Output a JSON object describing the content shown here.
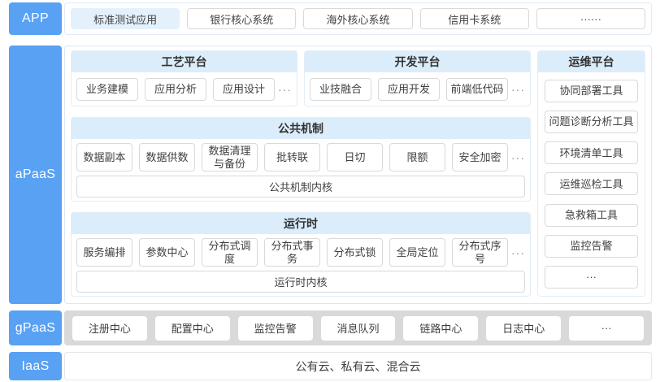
{
  "colors": {
    "layer_label_blue": "#59a1f2",
    "platform_header_blue": "#dbedfb",
    "highlight_item_blue": "#e4f1fd",
    "gpaas_track_gray": "#d8d9da",
    "box_border_gray": "#d9d9d9",
    "text_dark": "#3f3f3f"
  },
  "layers": {
    "app": {
      "label": "APP",
      "items": [
        {
          "text": "标准测试应用",
          "highlight": true
        },
        {
          "text": "银行核心系统"
        },
        {
          "text": "海外核心系统"
        },
        {
          "text": "信用卡系统"
        },
        {
          "text": "······"
        }
      ]
    },
    "apaas": {
      "label": "aPaaS",
      "process_platform": {
        "title": "工艺平台",
        "items": [
          "业务建模",
          "应用分析",
          "应用设计"
        ],
        "more": "···"
      },
      "dev_platform": {
        "title": "开发平台",
        "items": [
          "业技融合",
          "应用开发",
          "前端低代码"
        ],
        "more": "···"
      },
      "ops_platform": {
        "title": "运维平台",
        "items": [
          "协同部署工具",
          "问题诊断分析工具",
          "环境清单工具",
          "运维巡检工具",
          "急救箱工具",
          "监控告警",
          "···"
        ]
      },
      "common_mechanism": {
        "title": "公共机制",
        "items": [
          "数据副本",
          "数据供数",
          "数据清理与备份",
          "批转联",
          "日切",
          "限额",
          "安全加密"
        ],
        "more": "···",
        "kernel": "公共机制内核"
      },
      "runtime": {
        "title": "运行时",
        "items": [
          "服务编排",
          "参数中心",
          "分布式调度",
          "分布式事务",
          "分布式锁",
          "全局定位",
          "分布式序号"
        ],
        "more": "···",
        "kernel": "运行时内核"
      }
    },
    "gpaas": {
      "label": "gPaaS",
      "items": [
        "注册中心",
        "配置中心",
        "监控告警",
        "消息队列",
        "链路中心",
        "日志中心",
        "···"
      ]
    },
    "iaas": {
      "label": "IaaS",
      "text": "公有云、私有云、混合云"
    }
  }
}
